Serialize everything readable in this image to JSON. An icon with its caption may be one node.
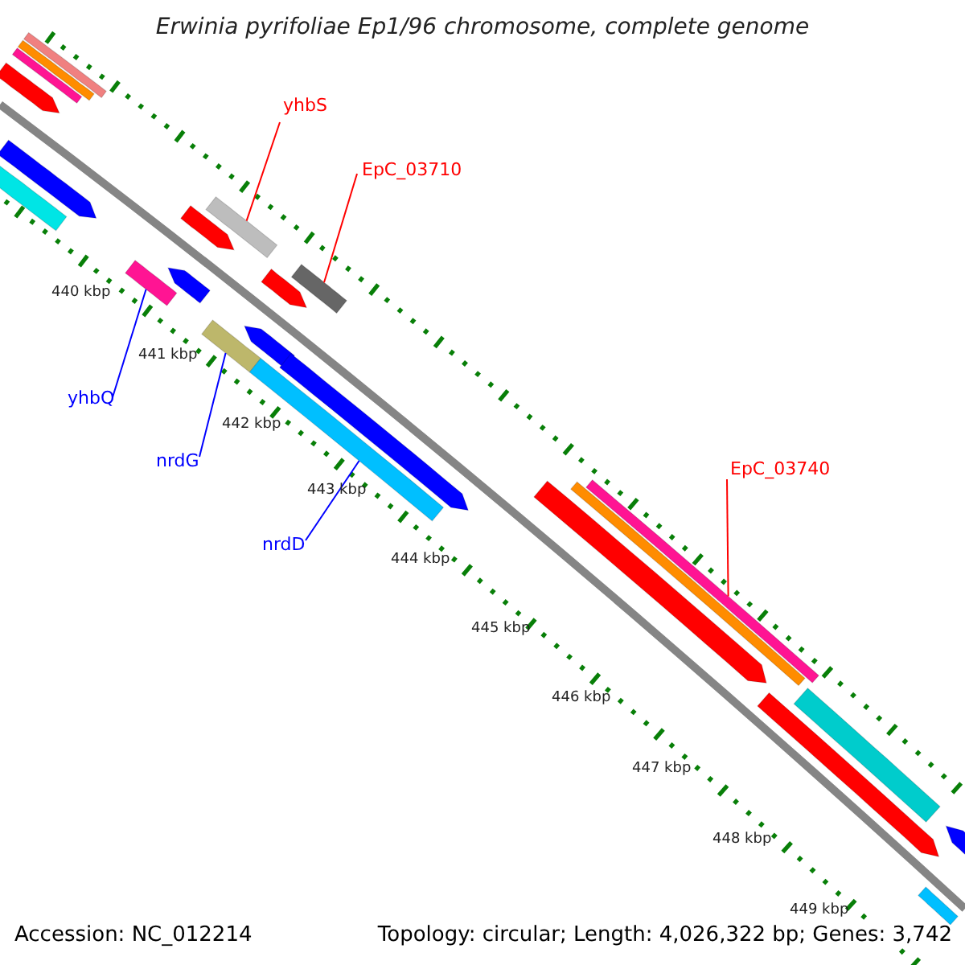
{
  "diagram": {
    "title": "Erwinia pyrifoliae Ep1/96 chromosome, complete genome",
    "nodes": [
      {
        "text": [
          "yhbS"
        ]
      },
      {
        "text": [],
        "shape": "bar"
      },
      {
        "text": [
          "EpC_03710"
        ]
      },
      {
        "text": [],
        "shape": "bar"
      },
      {
        "text": [
          "yhbQ"
        ]
      },
      {
        "text": [],
        "shape": "bar"
      },
      {
        "text": [
          "nrdG"
        ]
      },
      {
        "text": [],
        "shape": "bar"
      },
      {
        "text": [
          "nrdD"
        ]
      },
      {
        "text": [],
        "shape": "bar"
      },
      {
        "text": [
          "EpC_03740"
        ]
      },
      {
        "text": [],
        "shape": "bar"
      },
      {
        "text": [],
        "shape": "bar"
      },
      {
        "text": [],
        "shape": "bar"
      },
      {
        "text": [],
        "shape": "bar"
      },
      {
        "text": [],
        "shape": "arrow"
      },
      {
        "text": [],
        "shape": "arrow"
      },
      {
        "text": [],
        "shape": "arrow"
      },
      {
        "text": [],
        "shape": "arrow"
      },
      {
        "text": [],
        "shape": "bar"
      },
      {
        "text": [],
        "shape": "arrow"
      },
      {
        "text": [],
        "shape": "arrow"
      },
      {
        "text": [],
        "shape": "arrow"
      },
      {
        "text": [],
        "shape": "bar"
      },
      {
        "text": [],
        "shape": "arrow"
      },
      {
        "text": [],
        "shape": "bar"
      },
      {
        "text": [],
        "shape": "arrow"
      },
      {
        "text": [],
        "shape": "arrow"
      },
      {
        "text": [],
        "shape": "bar"
      }
    ],
    "edges": [
      {
        "from": 0,
        "to": 1,
        "arrow": "none"
      },
      {
        "from": 2,
        "to": 3,
        "arrow": "none"
      },
      {
        "from": 4,
        "to": 5,
        "arrow": "none",
        "color": "#0000ff"
      },
      {
        "from": 6,
        "to": 7,
        "arrow": "none",
        "color": "#0000ff"
      },
      {
        "from": 8,
        "to": 9,
        "arrow": "none",
        "color": "#0000ff"
      },
      {
        "from": 10,
        "to": 11,
        "arrow": "none"
      }
    ],
    "labels": [
      "440 kbp",
      "441 kbp",
      "442 kbp",
      "443 kbp",
      "444 kbp",
      "445 kbp",
      "446 kbp",
      "447 kbp",
      "448 kbp",
      "449 kbp",
      "Accession: NC_012214",
      "Topology: circular; Length: 4,026,322 bp; Genes: 3,742"
    ]
  }
}
